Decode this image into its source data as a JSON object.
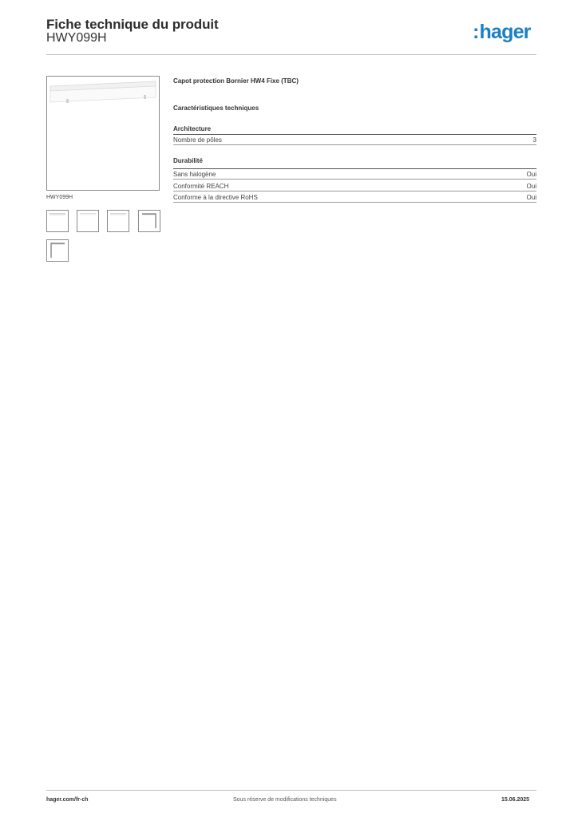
{
  "header": {
    "title": "Fiche technique du produit",
    "reference": "HWY099H",
    "logo_text": "hager",
    "logo_colon": ":",
    "brand_color": "#1a7fc4"
  },
  "product": {
    "image_caption": "HWY099H",
    "thumbnails": [
      {
        "icon": "front-view-icon"
      },
      {
        "icon": "front-view-icon"
      },
      {
        "icon": "front-view-icon"
      },
      {
        "icon": "side-profile-icon"
      },
      {
        "icon": "side-profile-icon"
      }
    ],
    "name": "Capot protection Bornier HW4 Fixe (TBC)"
  },
  "specs": {
    "section_title": "Caractéristiques techniques",
    "groups": [
      {
        "title": "Architecture",
        "rows": [
          {
            "label": "Nombre de pôles",
            "value": "3"
          }
        ]
      },
      {
        "title": "Durabilité",
        "rows": [
          {
            "label": "Sans halogène",
            "value": "Oui"
          },
          {
            "label": "Conformité REACH",
            "value": "Oui"
          },
          {
            "label": "Conforme à la directive RoHS",
            "value": "Oui"
          }
        ]
      }
    ]
  },
  "footer": {
    "website": "hager.com/fr-ch",
    "notice": "Sous réserve de modifications techniques",
    "date": "15.06.2025"
  }
}
